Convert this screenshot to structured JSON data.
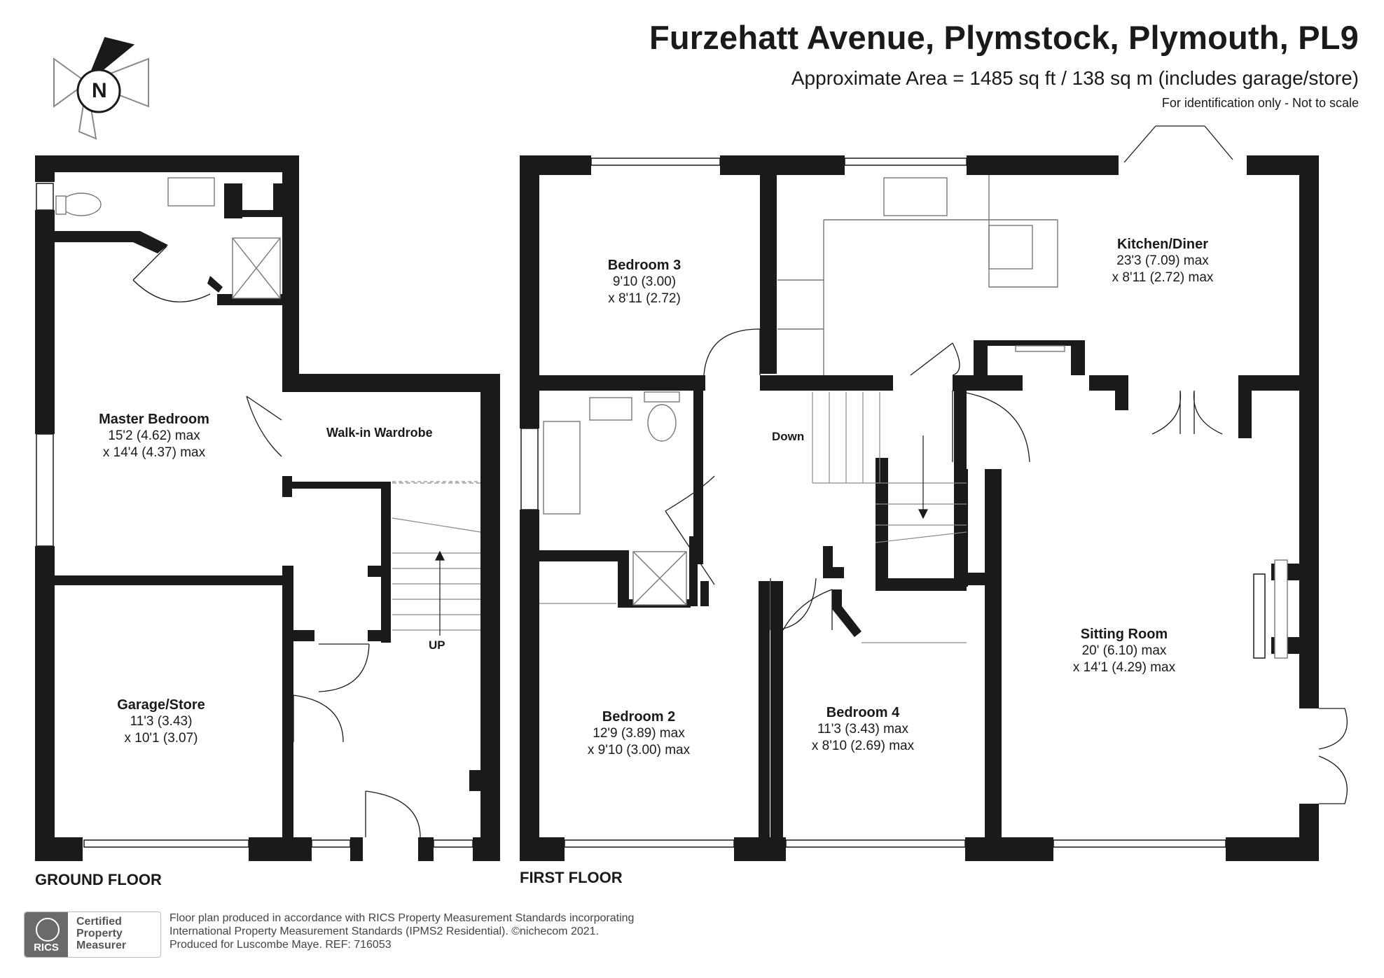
{
  "header": {
    "title": "Furzehatt Avenue, Plymstock, Plymouth, PL9",
    "area": "Approximate Area = 1485 sq ft / 138 sq m (includes garage/store)",
    "note": "For identification only - Not to scale"
  },
  "compass": {
    "letter": "N",
    "icon": "compass-north-icon"
  },
  "rooms": {
    "master_bedroom": {
      "name": "Master Bedroom",
      "dim1": "15'2 (4.62) max",
      "dim2": "x 14'4 (4.37) max"
    },
    "walk_in_wardrobe": {
      "name": "Walk-in Wardrobe"
    },
    "garage": {
      "name": "Garage/Store",
      "dim1": "11'3 (3.43)",
      "dim2": "x 10'1 (3.07)"
    },
    "bedroom3": {
      "name": "Bedroom 3",
      "dim1": "9'10 (3.00)",
      "dim2": "x 8'11 (2.72)"
    },
    "kitchen": {
      "name": "Kitchen/Diner",
      "dim1": "23'3 (7.09) max",
      "dim2": "x 8'11 (2.72) max"
    },
    "bedroom2": {
      "name": "Bedroom 2",
      "dim1": "12'9 (3.89) max",
      "dim2": "x 9'10 (3.00) max"
    },
    "bedroom4": {
      "name": "Bedroom 4",
      "dim1": "11'3 (3.43) max",
      "dim2": "x 8'10 (2.69) max"
    },
    "sitting": {
      "name": "Sitting Room",
      "dim1": "20' (6.10) max",
      "dim2": "x 14'1 (4.29) max"
    }
  },
  "stair_labels": {
    "up": "UP",
    "down": "Down"
  },
  "floors": {
    "ground": "GROUND FLOOR",
    "first": "FIRST FLOOR"
  },
  "footer": {
    "line1": "Floor plan produced in accordance with RICS Property Measurement Standards incorporating",
    "line2": "International Property Measurement Standards (IPMS2 Residential).   ©nichecom 2021.",
    "line3": "Produced for Luscombe Maye.   REF:  716053"
  },
  "badge": {
    "logo": "RICS",
    "line1": "Certified",
    "line2": "Property",
    "line3": "Measurer"
  },
  "colors": {
    "wall": "#1a1a1a",
    "fixture": "#777777",
    "background": "#ffffff"
  }
}
